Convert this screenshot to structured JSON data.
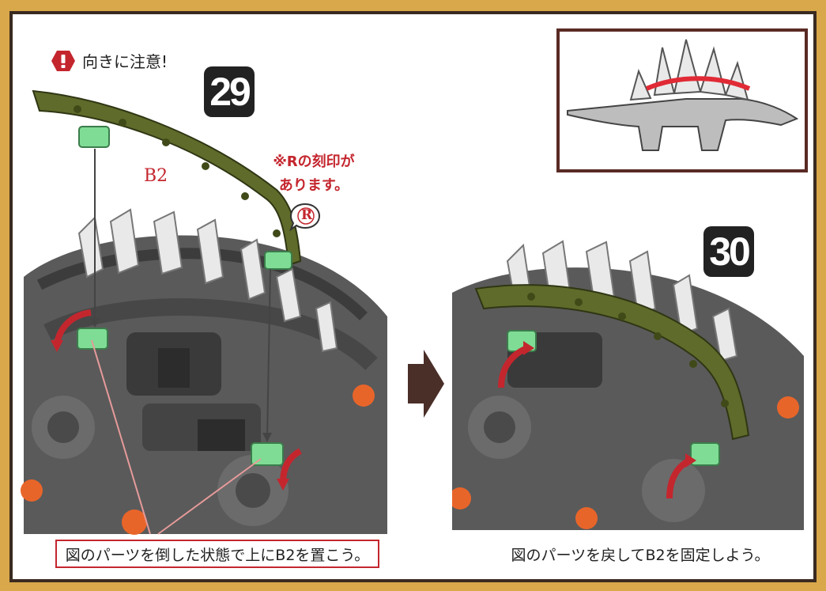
{
  "left_step": {
    "number": "29",
    "warning_text": "向きに注意!",
    "part_label": "B2",
    "note_line1": "※Rの刻印が",
    "note_line2": "あります。",
    "r_mark": "R",
    "caption": "図のパーツを倒した状態で上にB2を置こう。"
  },
  "right_step": {
    "number": "30",
    "caption": "図のパーツを戻してB2を固定しよう。"
  },
  "icons": [
    "warning-icon",
    "arrow-right-icon",
    "rotate-arrow-icon"
  ],
  "colors": {
    "border": "#3a2a20",
    "background": "#d9a84a",
    "part_olive": "#5f6b2a",
    "clip_green": "#7fdc95",
    "accent_red": "#c4262e",
    "arrow_brown": "#4a2e28"
  }
}
